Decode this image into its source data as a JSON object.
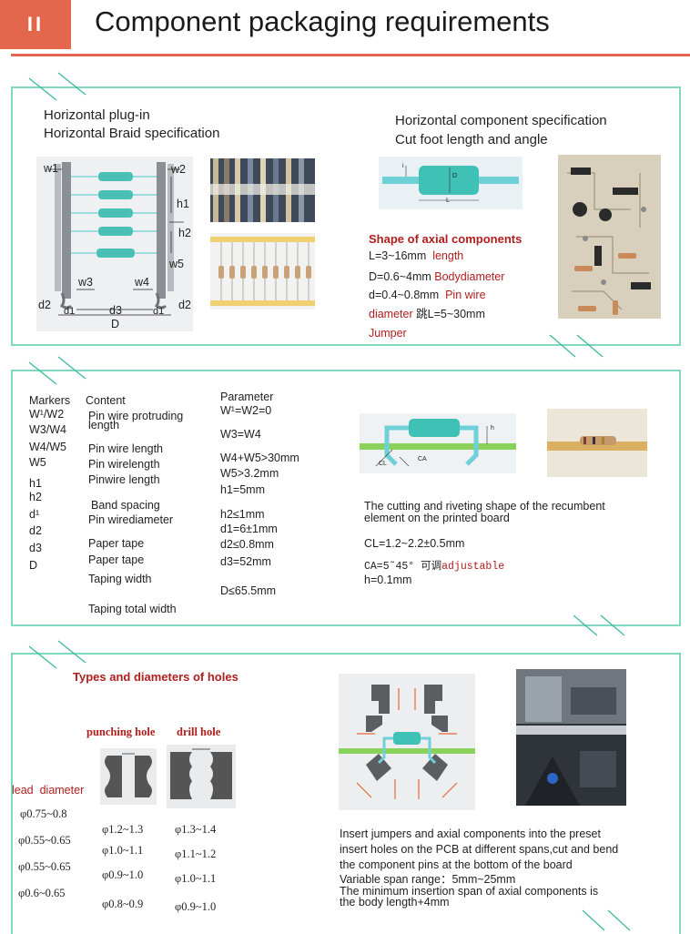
{
  "header": {
    "badge": "II",
    "title": "Component packaging requirements"
  },
  "panel1": {
    "left_title_1": "Horizontal plug-in",
    "left_title_2": "Horizontal Braid specification",
    "right_title_1": "Horizontal component specification",
    "right_title_2": "Cut foot length and angle",
    "diagram_labels": {
      "w1": "w1",
      "w2": "w2",
      "h1": "h1",
      "h2": "h2",
      "w5": "w5",
      "w3": "w3",
      "w4": "w4",
      "d2_left": "d2",
      "d2_right": "d2",
      "d1_left": "d1",
      "d1_right": "d1",
      "d3": "d3",
      "D": "D"
    },
    "axial_labels": {
      "D": "D",
      "L": "L",
      "i": "i"
    },
    "shape_title": "Shape of axial components",
    "spec_1_value": "L=3~16mm",
    "spec_1_label": "length",
    "spec_2_value": "D=0.6~4mm",
    "spec_2_label": "Bodydiameter",
    "spec_3_value": "d=0.4~0.8mm",
    "spec_3_label": "Pin wire",
    "spec_4_label": "diameter",
    "spec_4_value": "跳L=5~30mm",
    "spec_5_label": "Jumper"
  },
  "panel2": {
    "markers_header": "Markers",
    "content_header": "Content",
    "parameter_header": "Parameter",
    "markers": [
      "W¹/W2",
      "W3/W4",
      "W4/W5",
      "W5",
      "h1",
      "h2",
      "d¹",
      "d2",
      "d3",
      "D"
    ],
    "content_1a": "Pin wire protruding",
    "content_1b": "length",
    "content_2": "Pin wire length",
    "content_3": "Pin wirelength",
    "content_4": "Pinwire length",
    "content_5": "Band  spacing",
    "content_6": "Pin wirediameter",
    "content_7": "Paper tape",
    "content_8": "Paper tape",
    "content_9": "Taping width",
    "content_10": "Taping total width",
    "param_1": "W¹=W2=0",
    "param_2": "W3=W4",
    "param_3": "W4+W5>30mm",
    "param_4": "W5>3.2mm",
    "param_5": "h1=5mm",
    "param_6": "h2≤1mm",
    "param_7": "d1=6±1mm",
    "param_8": "d2≤0.8mm",
    "param_9": "d3=52mm",
    "param_10": "D≤65.5mm",
    "riveting_labels": {
      "CA": "CA",
      "CL": "CL",
      "h": "h"
    },
    "caption_1": "The cutting and riveting shape of the recumbent",
    "caption_2": "element on the printed board",
    "cl_spec": "CL=1.2~2.2±0.5mm",
    "ca_spec": "CA=5˜45° 可调",
    "ca_label": "adjustable",
    "h_spec": "h=0.1mm"
  },
  "panel3": {
    "title": "Types and diameters of holes",
    "punching_label": "punching  hole",
    "drill_label": "drill hole",
    "lead_label": "lead",
    "diameter_label": "diameter",
    "lead_diameters": [
      "φ0.75~0.8",
      "φ0.55~0.65",
      "φ0.55~0.65",
      "φ0.6~0.65"
    ],
    "punching_sizes": [
      "φ1.2~1.3",
      "φ1.0~1.1",
      "φ0.9~1.0",
      "φ0.8~0.9"
    ],
    "drill_sizes": [
      "φ1.3~1.4",
      "φ1.1~1.2",
      "φ1.0~1.1",
      "φ0.9~1.0"
    ],
    "insert_1": "Insert jumpers and axial components into the preset",
    "insert_2": "insert holes on the PCB at different   spans,cut and bend",
    "insert_3": "the component pins at the bottom of the board",
    "insert_4": "Variable span range：5mm~25mm",
    "insert_5": "The minimum insertion span of axial components is",
    "insert_6": "the body length+4mm"
  },
  "colors": {
    "accent": "#e2674d",
    "panel_border": "#7fd8bf",
    "deco_lines": "#3fb9a0",
    "highlight_red": "#b01e1e",
    "teal_component": "#3fc1b5",
    "board_green": "#8bd25d"
  }
}
